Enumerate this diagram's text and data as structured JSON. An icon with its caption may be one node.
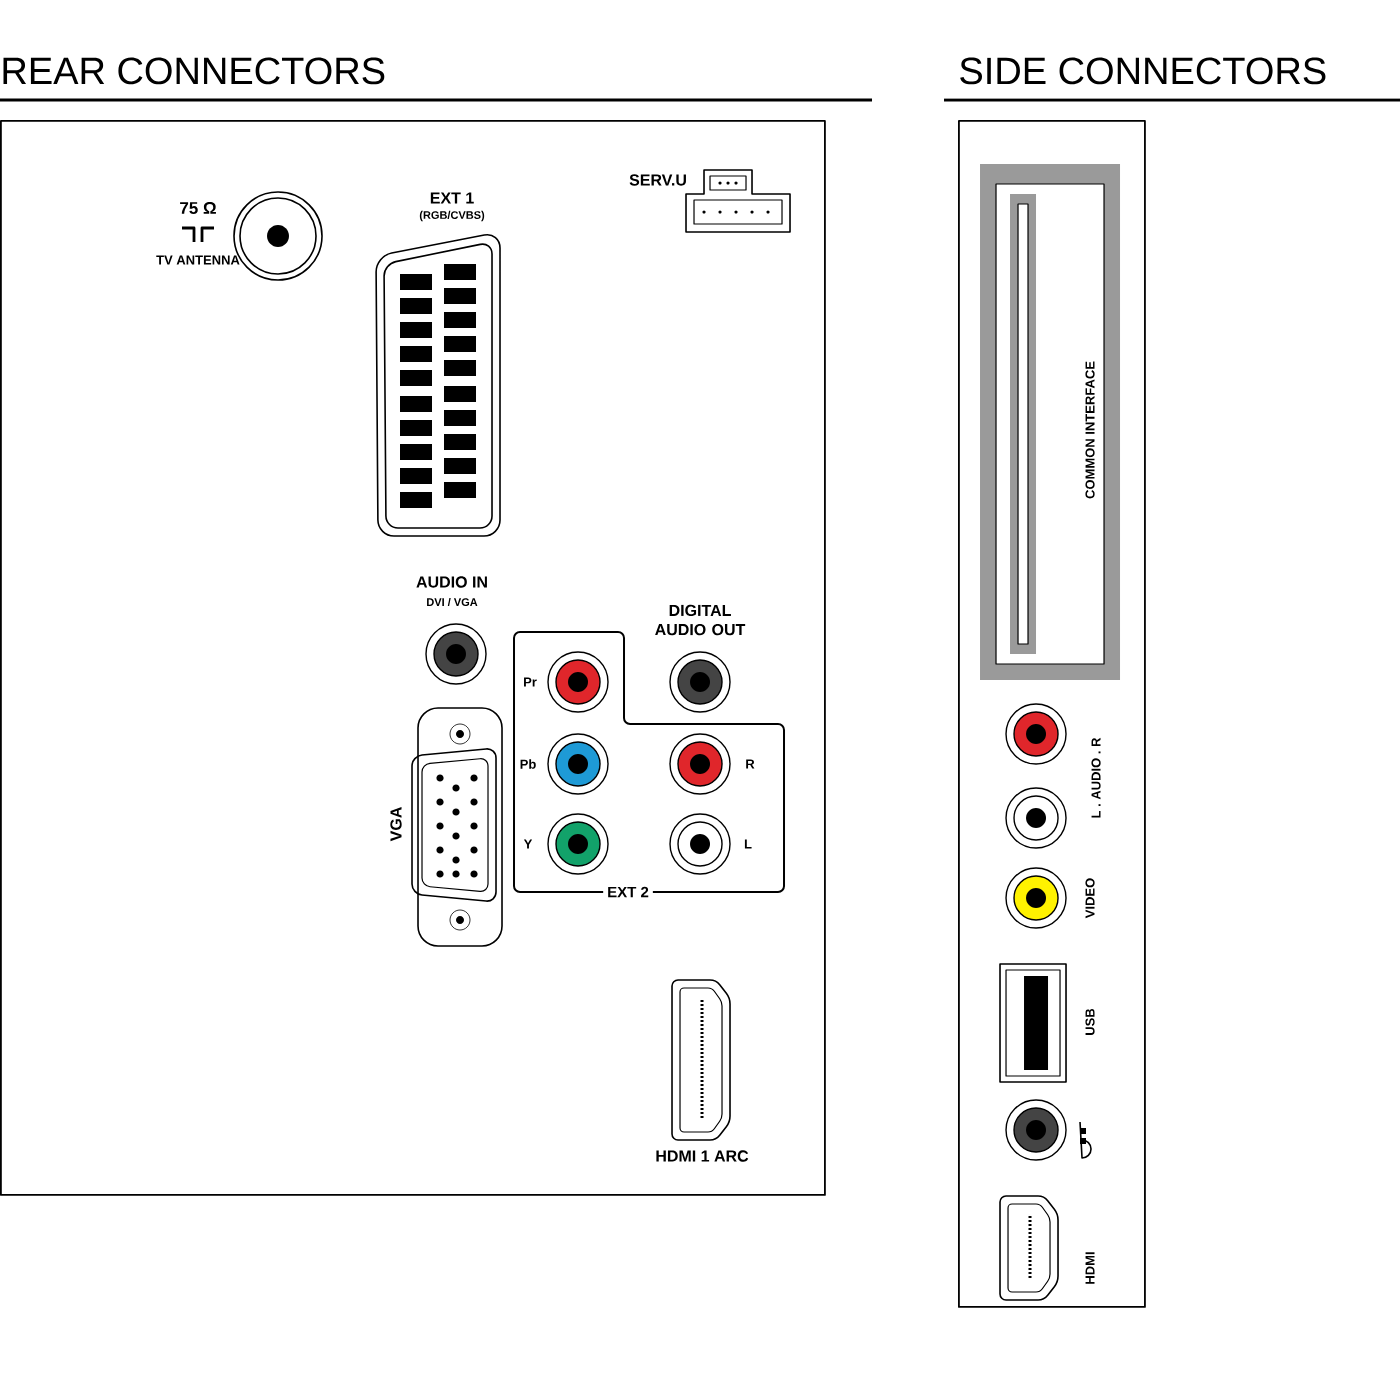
{
  "diagram": {
    "nodes": [
      {
        "text": [
          "REAR CONNECTORS"
        ]
      },
      {
        "text": [
          "SIDE CONNECTORS"
        ]
      },
      {
        "text": [
          "EXT 2"
        ],
        "in": 0
      }
    ],
    "labels": [
      "75 Ω",
      "TV ANTENNA",
      "EXT 1",
      "(RGB/CVBS)",
      "SERV.U",
      "AUDIO IN",
      "DVI / VGA",
      "DIGITAL AUDIO OUT",
      "Pr",
      "Pb",
      "R",
      "VGA",
      "Y",
      "L",
      "HDMI 1 ARC",
      "COMMON INTERFACE",
      "L . AUDIO . R",
      "VIDEO",
      "USB",
      "HDMI"
    ]
  }
}
